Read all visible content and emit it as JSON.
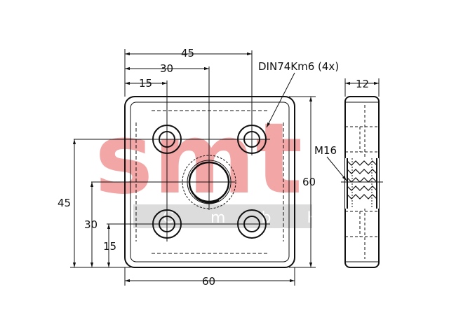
{
  "watermark": {
    "text": "smt",
    "subtext": "G m b H",
    "color": "#f2a6a6",
    "band_color": "#dcdcdc"
  },
  "front_view": {
    "dimensions": {
      "top_overall": "45",
      "top_center": "30",
      "top_hole": "15",
      "bottom_overall": "60",
      "right_height": "60",
      "left_overall": "45",
      "left_center": "30",
      "left_hole": "15"
    },
    "callout": "DIN74Km6 (4x)"
  },
  "side_view": {
    "thickness": "12",
    "thread": "M16"
  },
  "colors": {
    "line": "#111111",
    "background": "#ffffff"
  }
}
